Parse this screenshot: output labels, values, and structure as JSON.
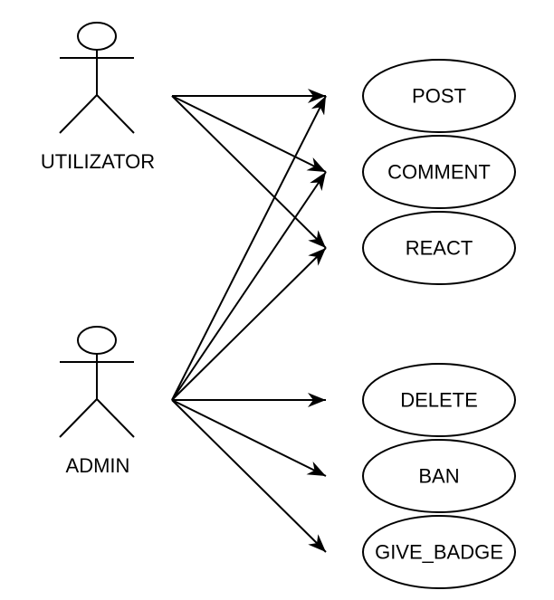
{
  "actors": [
    {
      "id": "utilizator",
      "label": "UTILIZATOR"
    },
    {
      "id": "admin",
      "label": "ADMIN"
    }
  ],
  "use_cases": [
    {
      "id": "post",
      "label": "POST"
    },
    {
      "id": "comment",
      "label": "COMMENT"
    },
    {
      "id": "react",
      "label": "REACT"
    },
    {
      "id": "delete",
      "label": "DELETE"
    },
    {
      "id": "ban",
      "label": "BAN"
    },
    {
      "id": "give_badge",
      "label": "GIVE_BADGE"
    }
  ],
  "associations": [
    {
      "from": "utilizator",
      "to": "post"
    },
    {
      "from": "utilizator",
      "to": "comment"
    },
    {
      "from": "utilizator",
      "to": "react"
    },
    {
      "from": "admin",
      "to": "post"
    },
    {
      "from": "admin",
      "to": "comment"
    },
    {
      "from": "admin",
      "to": "react"
    },
    {
      "from": "admin",
      "to": "delete"
    },
    {
      "from": "admin",
      "to": "ban"
    },
    {
      "from": "admin",
      "to": "give_badge"
    }
  ]
}
